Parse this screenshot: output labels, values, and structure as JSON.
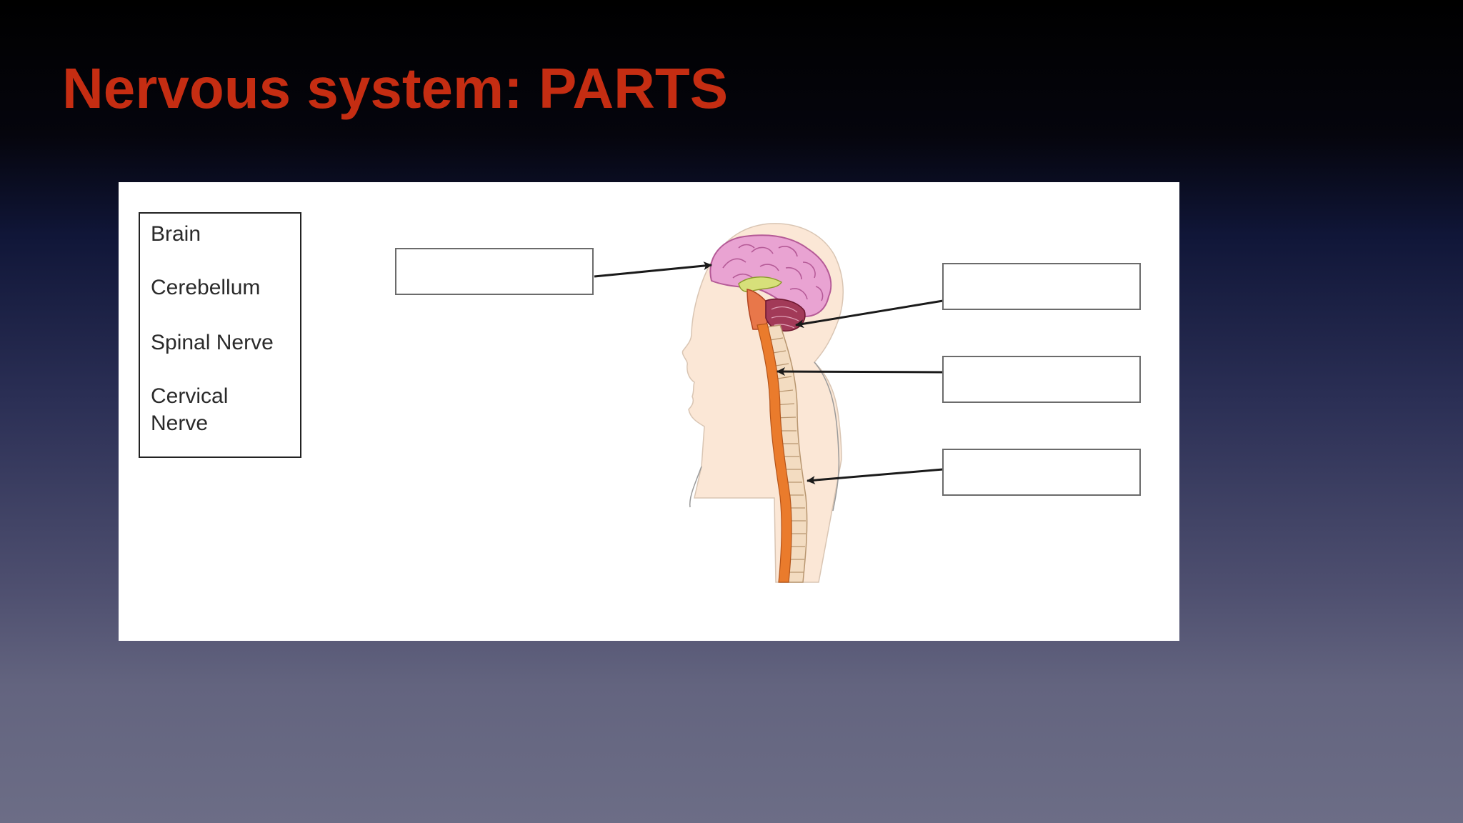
{
  "slide": {
    "title": "Nervous system: PARTS",
    "title_color": "#c52d12"
  },
  "word_bank": {
    "items": [
      "Brain",
      "Cerebellum",
      "Spinal Nerve",
      "Cervical\nNerve"
    ]
  },
  "answer_boxes": [
    {
      "target": "brain",
      "value": ""
    },
    {
      "target": "cerebellum",
      "value": ""
    },
    {
      "target": "cervical",
      "value": ""
    },
    {
      "target": "spinal",
      "value": ""
    }
  ],
  "illustration": {
    "subject": "human head and spine in side profile",
    "colors": {
      "skin": "#fbe7d6",
      "brain": "#e79fd0",
      "cerebellum": "#a23a58",
      "spinal_cord": "#ea7b2c",
      "vertebrae": "#f3dcc1"
    }
  }
}
